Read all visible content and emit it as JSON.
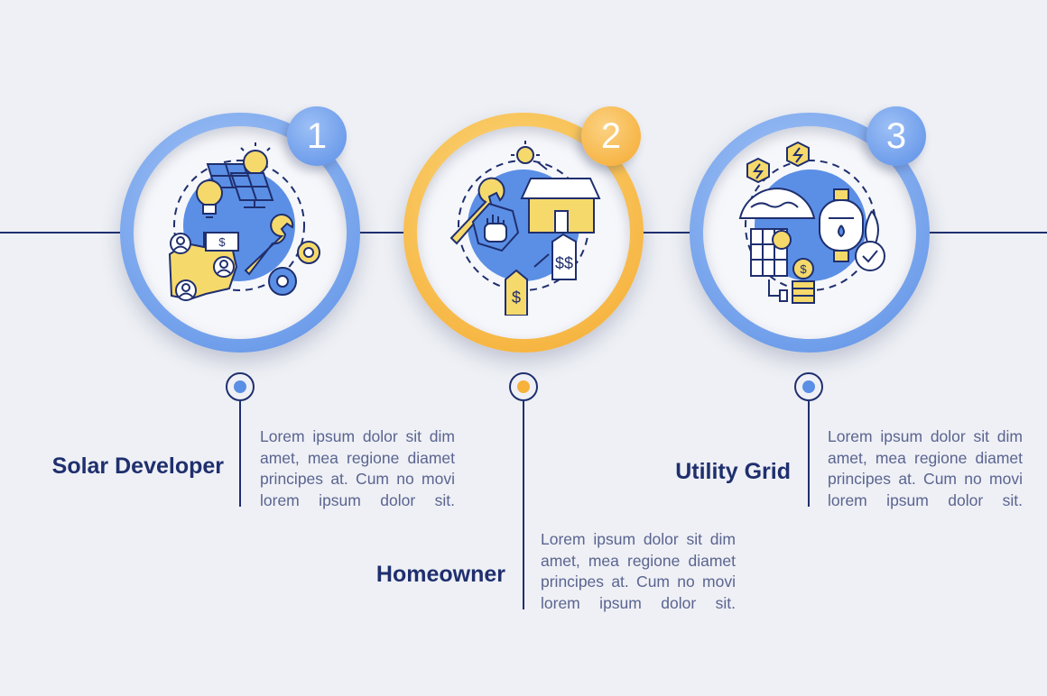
{
  "steps": [
    {
      "number": "1",
      "title": "Solar Developer",
      "text": "Lorem ipsum dolor sit dim amet, mea regione diamet principes at. Cum no movi lorem ipsum dolor sit.",
      "accent": "#5b95ea",
      "icon": "solar-developer-icon"
    },
    {
      "number": "2",
      "title": "Homeowner",
      "text": "Lorem ipsum dolor sit dim amet, mea regione diamet principes at. Cum no movi lorem ipsum dolor sit.",
      "accent": "#f6b23a",
      "icon": "homeowner-icon"
    },
    {
      "number": "3",
      "title": "Utility Grid",
      "text": "Lorem ipsum dolor sit dim amet, mea regione diamet principes at. Cum no movi lorem ipsum dolor sit.",
      "accent": "#5b95ea",
      "icon": "utility-grid-icon"
    }
  ],
  "colors": {
    "background": "#eef0f5",
    "navy": "#1f2f6e",
    "blue": "#5b95ea",
    "orange": "#f6b23a",
    "yellow": "#f6d96b",
    "text": "#5b6490"
  }
}
